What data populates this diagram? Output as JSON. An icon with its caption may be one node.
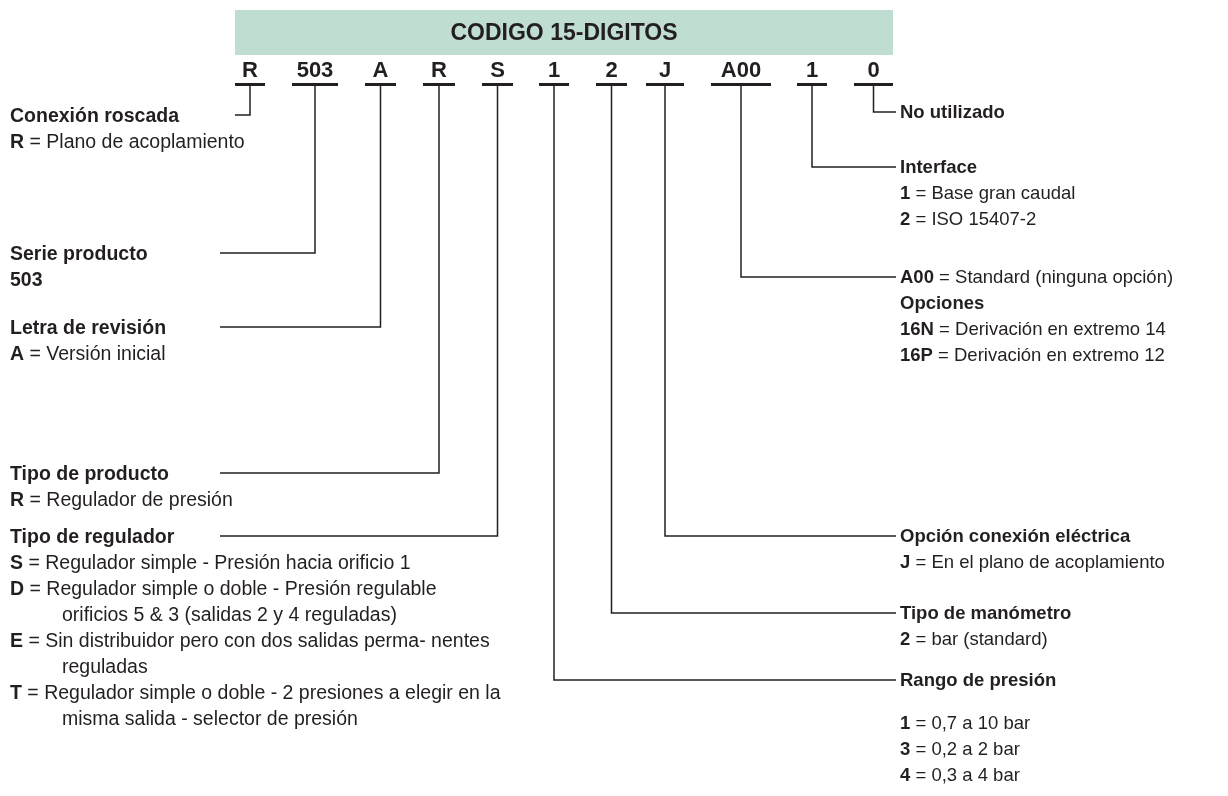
{
  "diagram": {
    "title": "CODIGO 15-DIGITOS",
    "nodes": [
      {
        "text": [
          "R"
        ]
      },
      {
        "text": [
          "503"
        ]
      },
      {
        "text": [
          "A"
        ]
      },
      {
        "text": [
          "R"
        ]
      },
      {
        "text": [
          "S"
        ]
      },
      {
        "text": [
          "1"
        ]
      },
      {
        "text": [
          "2"
        ]
      },
      {
        "text": [
          "J"
        ]
      },
      {
        "text": [
          "A00"
        ]
      },
      {
        "text": [
          "1"
        ]
      },
      {
        "text": [
          "0"
        ]
      },
      {
        "text": [
          "Conexión roscada",
          "**R** = Plano de acoplamiento"
        ]
      },
      {
        "text": [
          "Serie producto",
          "503"
        ]
      },
      {
        "text": [
          "Letra de revisión",
          "**A** = Versión inicial"
        ]
      },
      {
        "text": [
          "Tipo de producto",
          "**R** = Regulador de presión"
        ]
      },
      {
        "text": [
          "Tipo de regulador",
          "**S** = Regulador simple - Presión hacia orificio 1",
          "**D** = Regulador simple o doble - Presión regulable orificios 5 & 3 (salidas 2 y 4 reguladas)",
          "**E** = Sin distribuidor pero con dos salidas perma- nentes reguladas",
          "**T** = Regulador simple o doble - 2 presiones a elegir en la misma salida - selector de presión"
        ]
      },
      {
        "text": [
          "No utilizado"
        ]
      },
      {
        "text": [
          "Interface",
          "**1** = Base gran caudal",
          "**2** = ISO 15407-2"
        ]
      },
      {
        "text": [
          "**A00** = Standard (ninguna opción)",
          "Opciones",
          "**16N** = Derivación en extremo 14",
          "**16P** = Derivación en extremo 12"
        ]
      },
      {
        "text": [
          "Opción conexión eléctrica",
          "**J** = En el plano de acoplamiento"
        ]
      },
      {
        "text": [
          "Tipo de manómetro",
          "**2** = bar (standard)"
        ]
      },
      {
        "text": [
          "Rango de presión",
          "**1** = 0,7 a 10 bar",
          "**3** = 0,2 a 2 bar",
          "**4** = 0,3 a 4 bar"
        ]
      }
    ],
    "edges": [
      {
        "from": 0,
        "to": 11,
        "arrow": "none"
      },
      {
        "from": 1,
        "to": 12,
        "arrow": "none"
      },
      {
        "from": 2,
        "to": 13,
        "arrow": "none"
      },
      {
        "from": 3,
        "to": 14,
        "arrow": "none"
      },
      {
        "from": 4,
        "to": 15,
        "arrow": "none"
      },
      {
        "from": 5,
        "to": 21,
        "arrow": "none"
      },
      {
        "from": 6,
        "to": 20,
        "arrow": "none"
      },
      {
        "from": 7,
        "to": 19,
        "arrow": "none"
      },
      {
        "from": 8,
        "to": 18,
        "arrow": "none"
      },
      {
        "from": 9,
        "to": 17,
        "arrow": "none"
      },
      {
        "from": 10,
        "to": 16,
        "arrow": "none"
      }
    ]
  }
}
